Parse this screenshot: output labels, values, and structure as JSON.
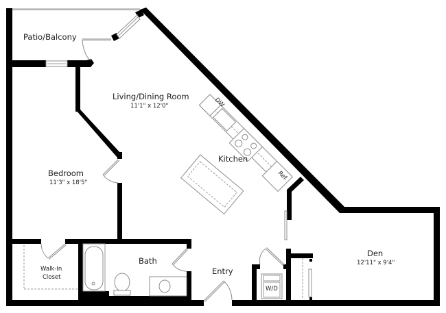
{
  "floorplan": {
    "rooms": [
      {
        "id": "patio",
        "name": "Patio/Balcony",
        "dimensions": ""
      },
      {
        "id": "living",
        "name": "Living/Dining Room",
        "dimensions": "11'1\" x 12'0\""
      },
      {
        "id": "kitchen",
        "name": "Kitchen",
        "dimensions": ""
      },
      {
        "id": "bedroom",
        "name": "Bedroom",
        "dimensions": "11'3\" x 18'5\""
      },
      {
        "id": "closet",
        "name_line1": "Walk-In",
        "name_line2": "Closet",
        "dimensions": ""
      },
      {
        "id": "bath",
        "name": "Bath",
        "dimensions": ""
      },
      {
        "id": "entry",
        "name": "Entry",
        "dimensions": ""
      },
      {
        "id": "den",
        "name": "Den",
        "dimensions": "12'11\" x 9'4\""
      }
    ],
    "appliances": {
      "dishwasher": "DW",
      "refrigerator": "Ref.",
      "washer_dryer": "W/D"
    },
    "colors": {
      "wall": "#000000",
      "fixture_line": "#8c8c8c",
      "background": "#ffffff"
    }
  }
}
